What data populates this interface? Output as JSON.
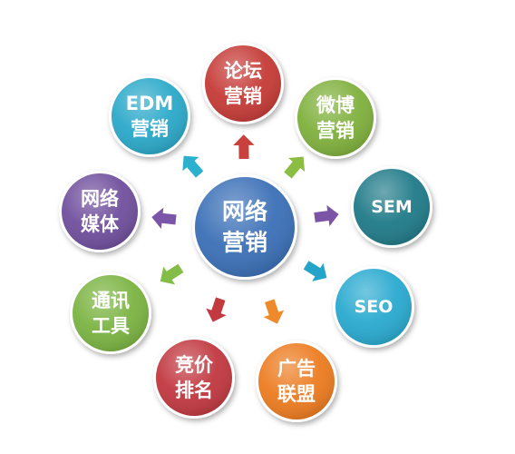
{
  "center": {
    "lines": [
      "网络",
      "营销"
    ],
    "color": "#3a6fb6"
  },
  "nodes": [
    {
      "id": "luntan",
      "lines": [
        "论坛",
        "营销"
      ],
      "color": "#c53a36",
      "arrow_color": "#c9413c"
    },
    {
      "id": "weibo",
      "lines": [
        "微博",
        "营销"
      ],
      "color": "#7fb03c",
      "arrow_color": "#8bbd43"
    },
    {
      "id": "sem",
      "lines": [
        "SEM"
      ],
      "color": "#1f7a88",
      "arrow_color": "#7b54a6"
    },
    {
      "id": "seo",
      "lines": [
        "SEO"
      ],
      "color": "#28a9cf",
      "arrow_color": "#25a4c9"
    },
    {
      "id": "guanggao",
      "lines": [
        "广告",
        "联盟"
      ],
      "color": "#ec7b1f",
      "arrow_color": "#ee8a2a"
    },
    {
      "id": "jingjia",
      "lines": [
        "竞价",
        "排名"
      ],
      "color": "#c1373f",
      "arrow_color": "#c23a40"
    },
    {
      "id": "tongxun",
      "lines": [
        "通讯",
        "工具"
      ],
      "color": "#7ab341",
      "arrow_color": "#84bc48"
    },
    {
      "id": "wangluo",
      "lines": [
        "网络",
        "媒体"
      ],
      "color": "#6f4e9c",
      "arrow_color": "#7a55a8"
    },
    {
      "id": "edm",
      "lines": [
        "EDM",
        "营销"
      ],
      "color": "#2aa8c9",
      "arrow_color": "#2cb0d0"
    }
  ]
}
